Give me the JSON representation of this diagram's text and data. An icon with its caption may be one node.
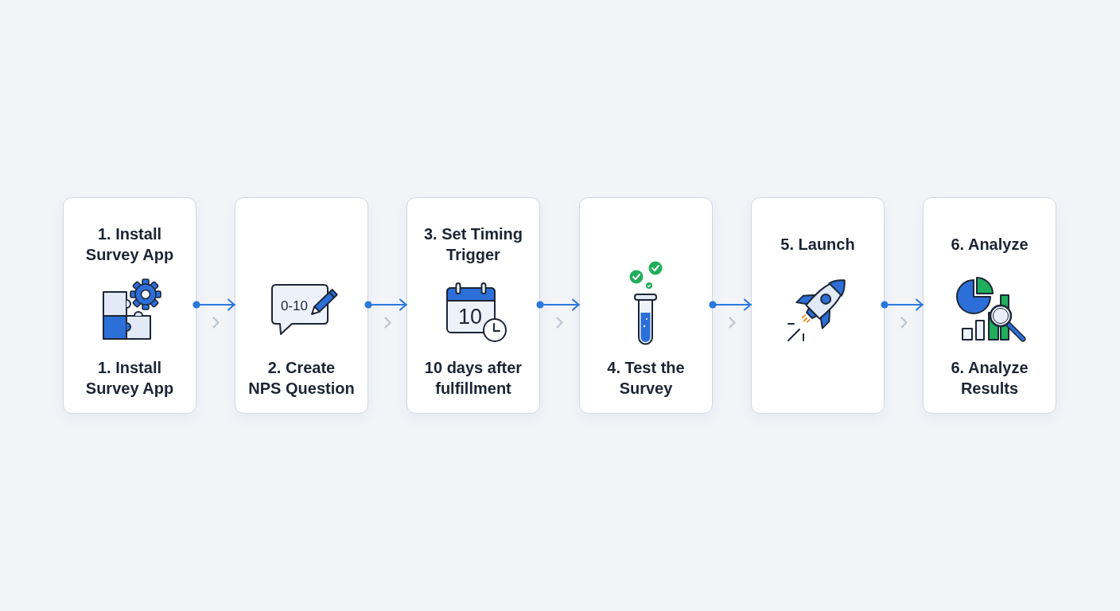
{
  "diagram": {
    "nodes": [
      {
        "text": [
          "1. Install Survey App",
          "1. Install Survey App"
        ]
      },
      {
        "text": [
          "2. Create NPS Question"
        ]
      },
      {
        "text": [
          "3. Set Timing Trigger",
          "10 days after fulfillment"
        ]
      },
      {
        "text": [
          "4. Test the Survey"
        ]
      },
      {
        "text": [
          "5. Launch"
        ]
      },
      {
        "text": [
          "6. Analyze",
          "6. Analyze Results"
        ]
      }
    ],
    "edges": [
      {
        "from": 0,
        "to": 1,
        "arrow": "to"
      },
      {
        "from": 1,
        "to": 2,
        "arrow": "to"
      },
      {
        "from": 2,
        "to": 3,
        "arrow": "to"
      },
      {
        "from": 3,
        "to": 4,
        "arrow": "to"
      },
      {
        "from": 4,
        "to": 5,
        "arrow": "to"
      }
    ],
    "labels": [
      "0-10",
      "10"
    ]
  }
}
